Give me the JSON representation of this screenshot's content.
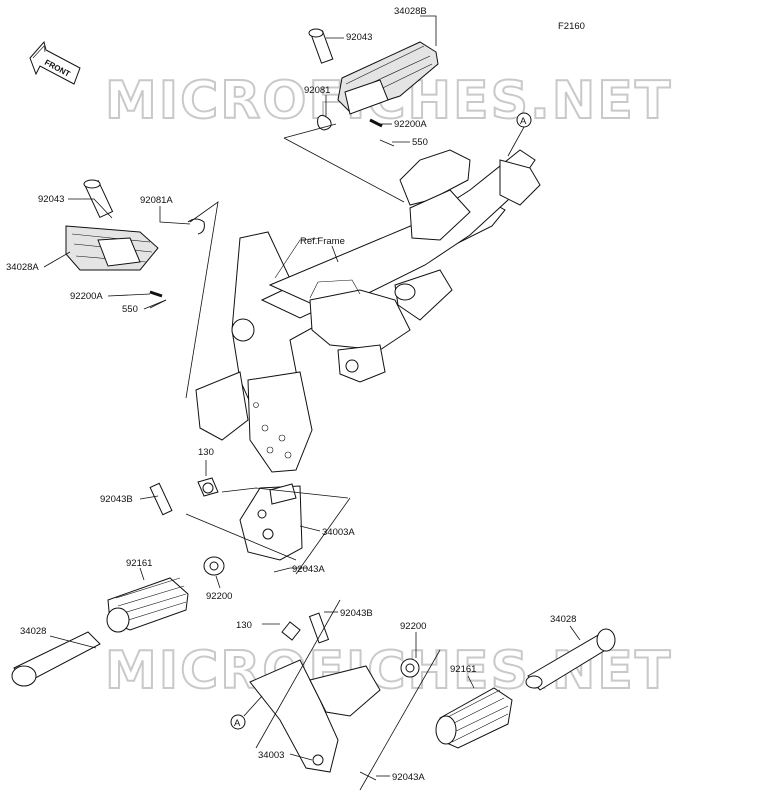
{
  "figure_code": "F2160",
  "watermark": "MICROFICHES.NET",
  "front_label": "FRONT",
  "ref_frame_label": "Ref.Frame",
  "ref_marker": "A",
  "callouts": {
    "p34028B_top": "34028B",
    "p92043_top": "92043",
    "p92081_top": "92081",
    "p92200A_top": "92200A",
    "p550_top": "550",
    "p92043_left": "92043",
    "p92081A_left": "92081A",
    "p34028A_left": "34028A",
    "p92200A_left": "92200A",
    "p550_left": "550",
    "p130_mid": "130",
    "p92043B_mid": "92043B",
    "p34003A": "34003A",
    "p92043A_mid": "92043A",
    "p92161_left": "92161",
    "p92200_left": "92200",
    "p34028_left": "34028",
    "p130_low": "130",
    "p92043B_low": "92043B",
    "p92200_right": "92200",
    "p34028_right": "34028",
    "p92161_right": "92161",
    "p34003": "34003",
    "p92043A_low": "92043A"
  }
}
